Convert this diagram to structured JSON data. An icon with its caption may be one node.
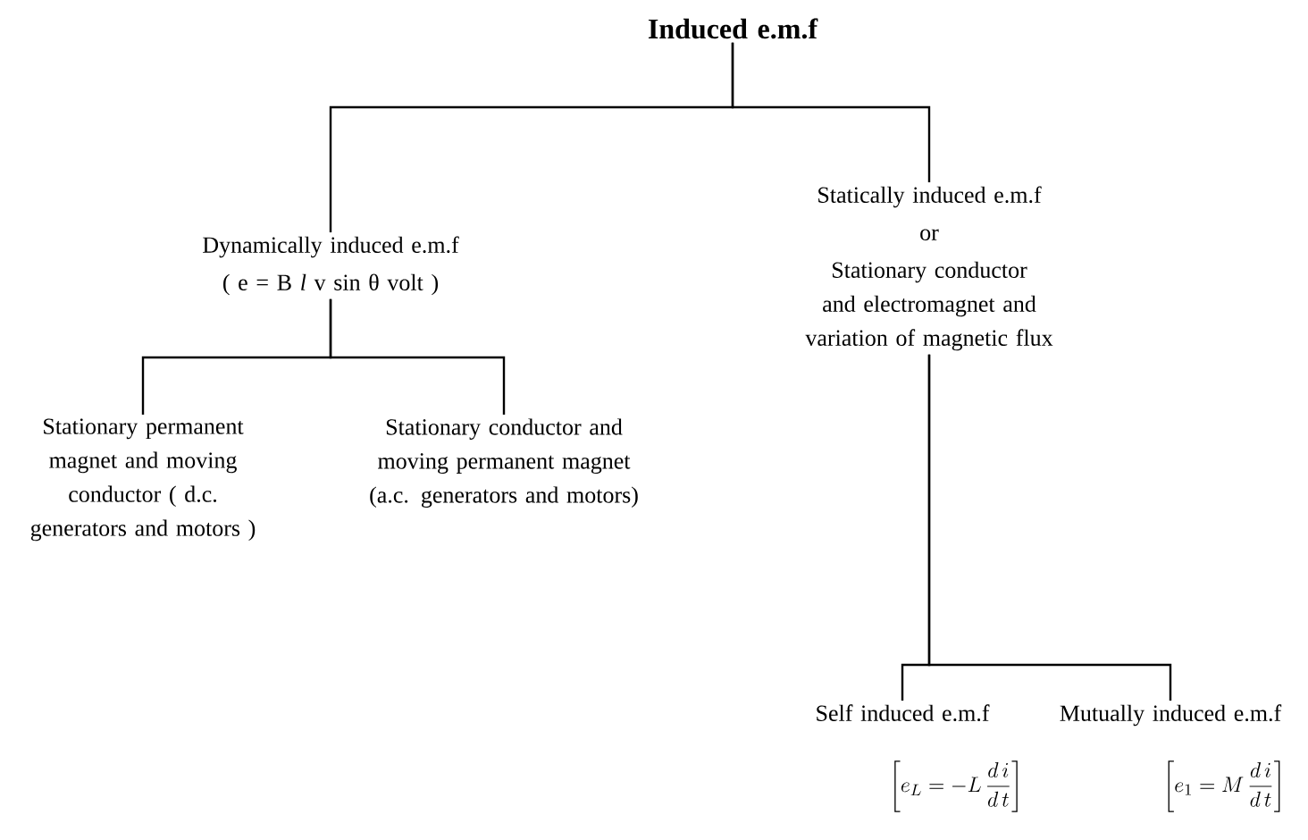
{
  "diagram": {
    "nodes": [
      {
        "text": [
          "Induced e.m.f"
        ]
      },
      {
        "text": [
          "Dynamically induced e.m.f",
          "( e = B *l* v sin θ volt )"
        ]
      },
      {
        "text": [
          "Statically induced e.m.f",
          "or",
          "Stationary conductor and electromagnet and variation of magnetic flux"
        ]
      },
      {
        "text": [
          "Stationary permanent magnet and moving conductor ( d.c. generators and motors )"
        ]
      },
      {
        "text": [
          "Stationary conductor and moving permanent magnet (a.c. generators and motors)"
        ]
      },
      {
        "text": [
          "Self induced e.m.f"
        ],
        "beside": [
          "\\left[ e_L = -L\\,\\frac{d\\,i}{d\\,t} \\right]"
        ]
      },
      {
        "text": [
          "Mutually induced e.m.f"
        ],
        "beside": [
          "\\left[ e_1 = M\\,\\frac{d\\,i}{d\\,t} \\right]"
        ]
      }
    ],
    "edges": [
      {
        "from": 0,
        "to": 1,
        "arrow": "none"
      },
      {
        "from": 0,
        "to": 2,
        "arrow": "none"
      },
      {
        "from": 1,
        "to": 3,
        "arrow": "none"
      },
      {
        "from": 1,
        "to": 4,
        "arrow": "none"
      },
      {
        "from": 2,
        "to": 5,
        "arrow": "none"
      },
      {
        "from": 2,
        "to": 6,
        "arrow": "none"
      }
    ]
  }
}
